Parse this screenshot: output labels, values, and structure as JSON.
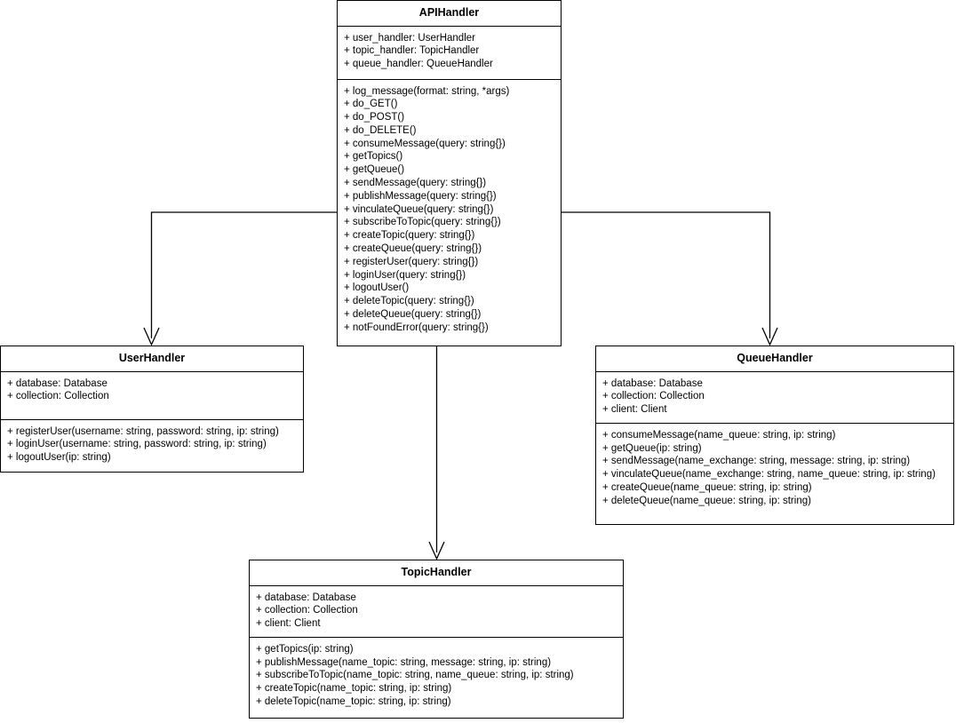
{
  "diagram": {
    "type": "uml-class-diagram",
    "title": "APIHandler class diagram",
    "background_color": "#ffffff",
    "line_color": "#000000",
    "text_color": "#000000"
  },
  "classes": [
    {
      "id": "apihandler",
      "name": "APIHandler",
      "attributes": [
        "+ user_handler: UserHandler",
        "+ topic_handler: TopicHandler",
        "+ queue_handler: QueueHandler"
      ],
      "methods": [
        "+ log_message(format: string, *args)",
        "+ do_GET()",
        "+ do_POST()",
        "+ do_DELETE()",
        "+ consumeMessage(query: string{})",
        "+ getTopics()",
        "+ getQueue()",
        "+ sendMessage(query: string{})",
        "+ publishMessage(query: string{})",
        "+ vinculateQueue(query: string{})",
        "+ subscribeToTopic(query: string{})",
        "+ createTopic(query: string{})",
        "+ createQueue(query: string{})",
        "+ registerUser(query: string{})",
        "+ loginUser(query: string{})",
        "+ logoutUser()",
        "+ deleteTopic(query: string{})",
        "+ deleteQueue(query: string{})",
        "+ notFoundError(query: string{})"
      ]
    },
    {
      "id": "userhandler",
      "name": "UserHandler",
      "attributes": [
        "+ database: Database",
        "+ collection: Collection"
      ],
      "methods": [
        "+ registerUser(username: string, password: string, ip: string)",
        "+ loginUser(username: string, password: string, ip: string)",
        "+ logoutUser(ip: string)"
      ]
    },
    {
      "id": "queuehandler",
      "name": "QueueHandler",
      "attributes": [
        "+ database: Database",
        "+ collection: Collection",
        "+ client: Client"
      ],
      "methods": [
        "+ consumeMessage(name_queue: string, ip: string)",
        "+ getQueue(ip: string)",
        "+ sendMessage(name_exchange: string, message: string, ip: string)",
        "+ vinculateQueue(name_exchange: string, name_queue: string, ip: string)",
        "+ createQueue(name_queue: string, ip: string)",
        "+ deleteQueue(name_queue: string, ip: string)"
      ]
    },
    {
      "id": "topichandler",
      "name": "TopicHandler",
      "attributes": [
        "+ database: Database",
        "+ collection: Collection",
        "+ client: Client"
      ],
      "methods": [
        "+ getTopics(ip: string)",
        "+ publishMessage(name_topic: string, message: string, ip: string)",
        "+ subscribeToTopic(name_topic: string, name_queue: string, ip: string)",
        "+ createTopic(name_topic: string, ip: string)",
        "+ deleteTopic(name_topic: string, ip: string)"
      ]
    }
  ],
  "connectors": [
    {
      "id": "api-to-user",
      "from": "apihandler",
      "to": "userhandler",
      "arrow": "open"
    },
    {
      "id": "api-to-queue",
      "from": "apihandler",
      "to": "queuehandler",
      "arrow": "open"
    },
    {
      "id": "api-to-topic",
      "from": "apihandler",
      "to": "topichandler",
      "arrow": "open"
    }
  ]
}
